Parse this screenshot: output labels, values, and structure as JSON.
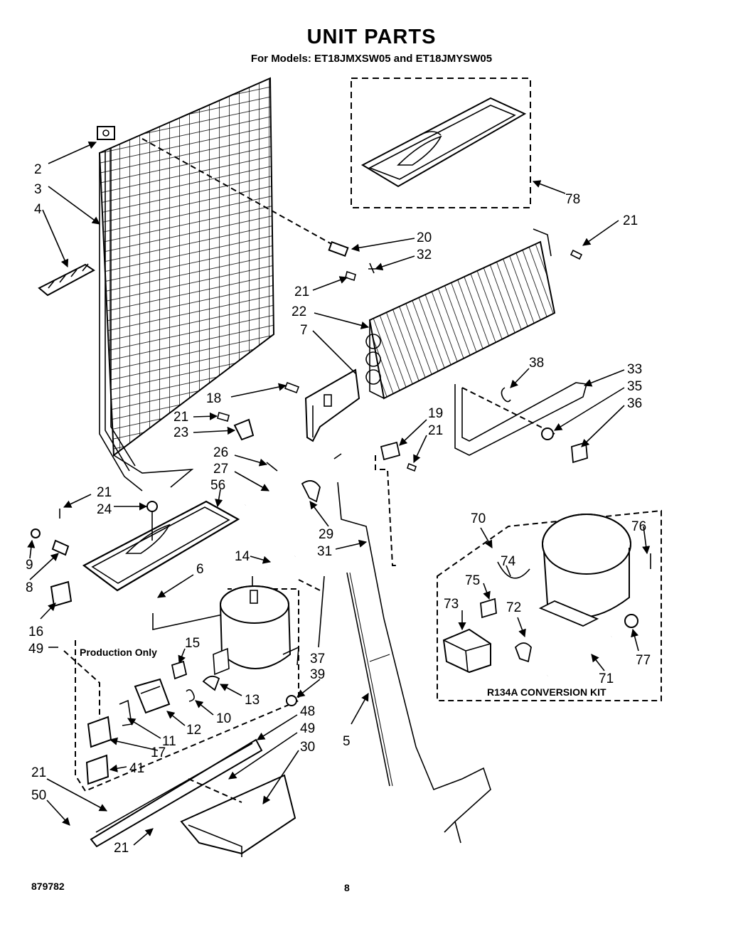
{
  "header": {
    "title": "UNIT PARTS",
    "subtitle": "For Models: ET18JMXSW05 and ET18JMYSW05"
  },
  "footer": {
    "doc_number": "879782",
    "page_number": "8"
  },
  "boxes": {
    "production_only": "Production Only",
    "conversion_kit": "R134A CONVERSION KIT"
  },
  "callouts": [
    "2",
    "3",
    "4",
    "78",
    "21",
    "20",
    "32",
    "21",
    "22",
    "7",
    "38",
    "33",
    "35",
    "36",
    "18",
    "21",
    "23",
    "19",
    "21",
    "26",
    "27",
    "56",
    "21",
    "24",
    "29",
    "31",
    "9",
    "8",
    "14",
    "6",
    "70",
    "76",
    "74",
    "75",
    "73",
    "72",
    "71",
    "77",
    "16",
    "49",
    "15",
    "37",
    "39",
    "13",
    "10",
    "12",
    "11",
    "17",
    "41",
    "48",
    "49",
    "30",
    "21",
    "50",
    "21",
    "5"
  ]
}
